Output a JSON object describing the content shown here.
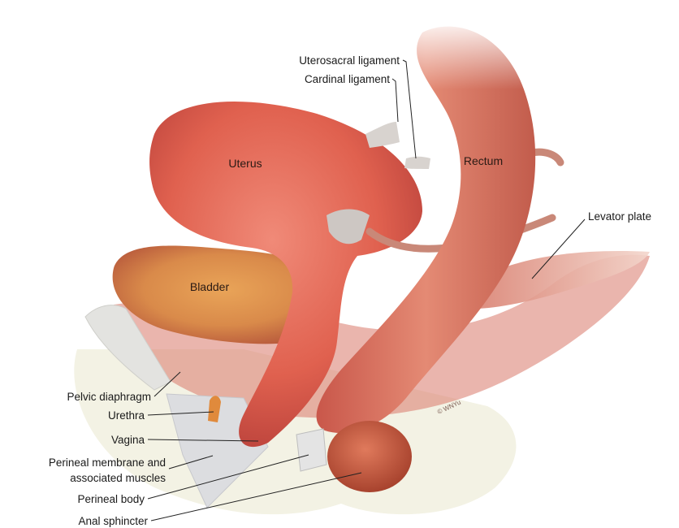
{
  "organ_labels": {
    "uterus": "Uterus",
    "rectum": "Rectum",
    "bladder": "Bladder"
  },
  "callouts": {
    "uterosacral_ligament": "Uterosacral ligament",
    "cardinal_ligament": "Cardinal ligament",
    "levator_plate": "Levator plate",
    "pelvic_diaphragm": "Pelvic diaphragm",
    "urethra": "Urethra",
    "vagina": "Vagina",
    "perineal_membrane_line1": "Perineal membrane and",
    "perineal_membrane_line2": "associated muscles",
    "perineal_body": "Perineal body",
    "anal_sphincter": "Anal sphincter"
  },
  "signature": "© WNYu"
}
